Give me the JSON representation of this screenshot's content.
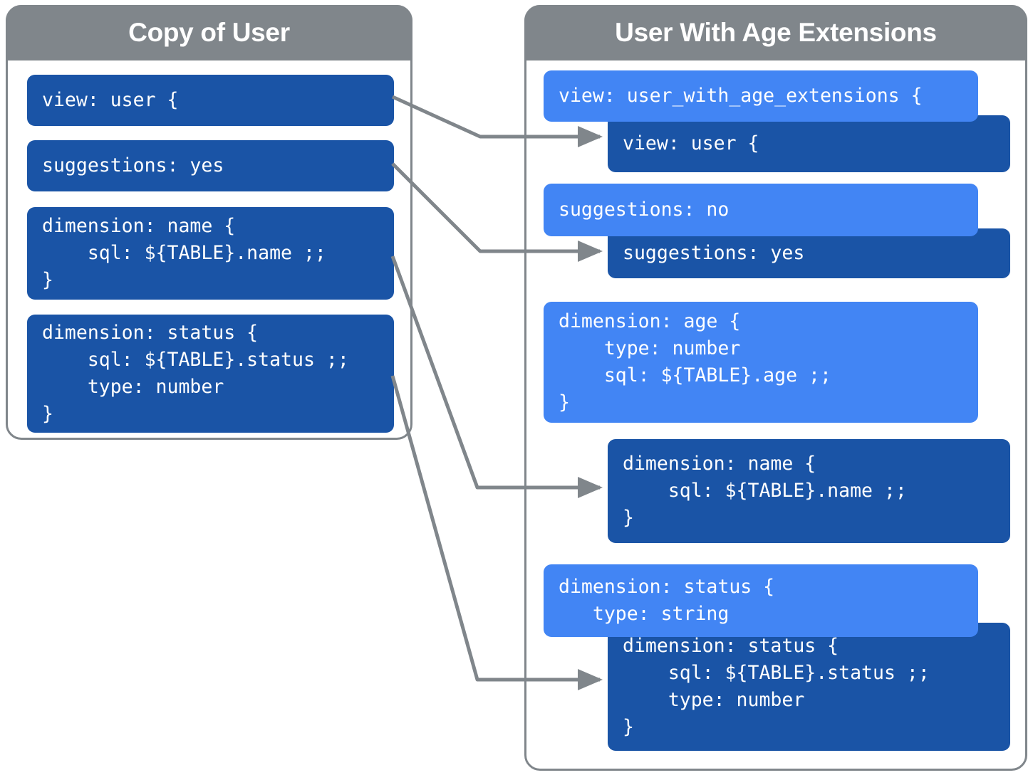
{
  "diagram": {
    "title_left": "Copy of User",
    "title_right": "User With Age Extensions",
    "connector_color": "#80868B"
  },
  "left_panel": {
    "header": "Copy of User",
    "blocks": [
      {
        "name": "view-user",
        "style": "dark",
        "lines": [
          "view: user {"
        ]
      },
      {
        "name": "suggestions-yes",
        "style": "dark",
        "lines": [
          "suggestions: yes"
        ]
      },
      {
        "name": "dimension-name",
        "style": "dark",
        "lines": [
          "dimension: name {",
          "    sql: ${TABLE}.name ;;",
          "}"
        ]
      },
      {
        "name": "dimension-status",
        "style": "dark",
        "lines": [
          "dimension: status {",
          "    sql: ${TABLE}.status ;;",
          "    type: number",
          "}"
        ]
      }
    ]
  },
  "right_panel": {
    "header": "User With Age Extensions",
    "blocks": [
      {
        "name": "view-user-with-age-extensions",
        "style": "light",
        "lines": [
          "view: user_with_age_extensions {"
        ]
      },
      {
        "name": "inherited-view-user",
        "style": "dark",
        "lines": [
          "view: user {"
        ]
      },
      {
        "name": "suggestions-no",
        "style": "light",
        "lines": [
          "suggestions: no"
        ]
      },
      {
        "name": "inherited-suggestions-yes",
        "style": "dark",
        "lines": [
          "suggestions: yes"
        ]
      },
      {
        "name": "dimension-age",
        "style": "light",
        "lines": [
          "dimension: age {",
          "    type: number",
          "    sql: ${TABLE}.age ;;",
          "}"
        ]
      },
      {
        "name": "inherited-dimension-name",
        "style": "dark",
        "lines": [
          "dimension: name {",
          "    sql: ${TABLE}.name ;;",
          "}"
        ]
      },
      {
        "name": "dimension-status-override",
        "style": "light",
        "lines": [
          "dimension: status {",
          "   type: string"
        ]
      },
      {
        "name": "inherited-dimension-status",
        "style": "dark",
        "lines": [
          "dimension: status {",
          "    sql: ${TABLE}.status ;;",
          "    type: number",
          "}"
        ]
      }
    ]
  },
  "connectors": [
    {
      "name": "connector-view-user",
      "from": "view: user {",
      "to": "view: user {"
    },
    {
      "name": "connector-suggestions",
      "from": "suggestions: yes",
      "to": "suggestions: yes"
    },
    {
      "name": "connector-dimension-name",
      "from": "dimension: name {",
      "to": "dimension: name {"
    },
    {
      "name": "connector-dimension-status",
      "from": "dimension: status {",
      "to": "dimension: status {"
    }
  ]
}
